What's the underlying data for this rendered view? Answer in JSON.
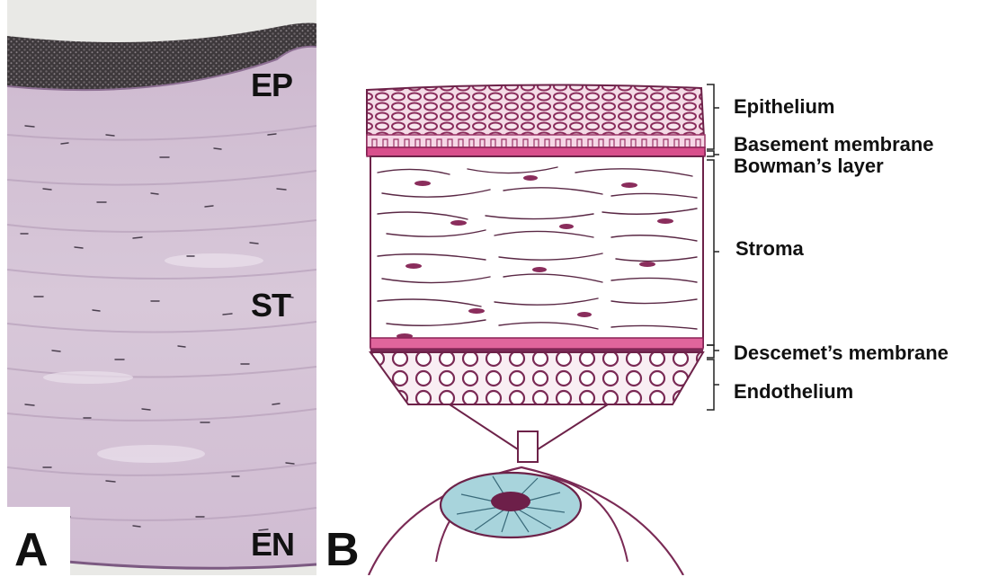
{
  "panel_a": {
    "letter": "A",
    "labels": {
      "ep": "EP",
      "st": "ST",
      "en": "EN"
    }
  },
  "panel_b": {
    "letter": "B",
    "layers": {
      "epithelium": "Epithelium",
      "basement": "Basement membrane",
      "bowman": "Bowman’s layer",
      "stroma": "Stroma",
      "descemet": "Descemet’s membrane",
      "endothelium": "Endothelium"
    }
  },
  "colors": {
    "tissue_pink": "#d9c7d9",
    "epithelium_dark": "#3a3538",
    "drawing_ink": "#7a2a55",
    "drawing_magenta": "#c0306f",
    "iris_blue": "#a8d4dc"
  }
}
